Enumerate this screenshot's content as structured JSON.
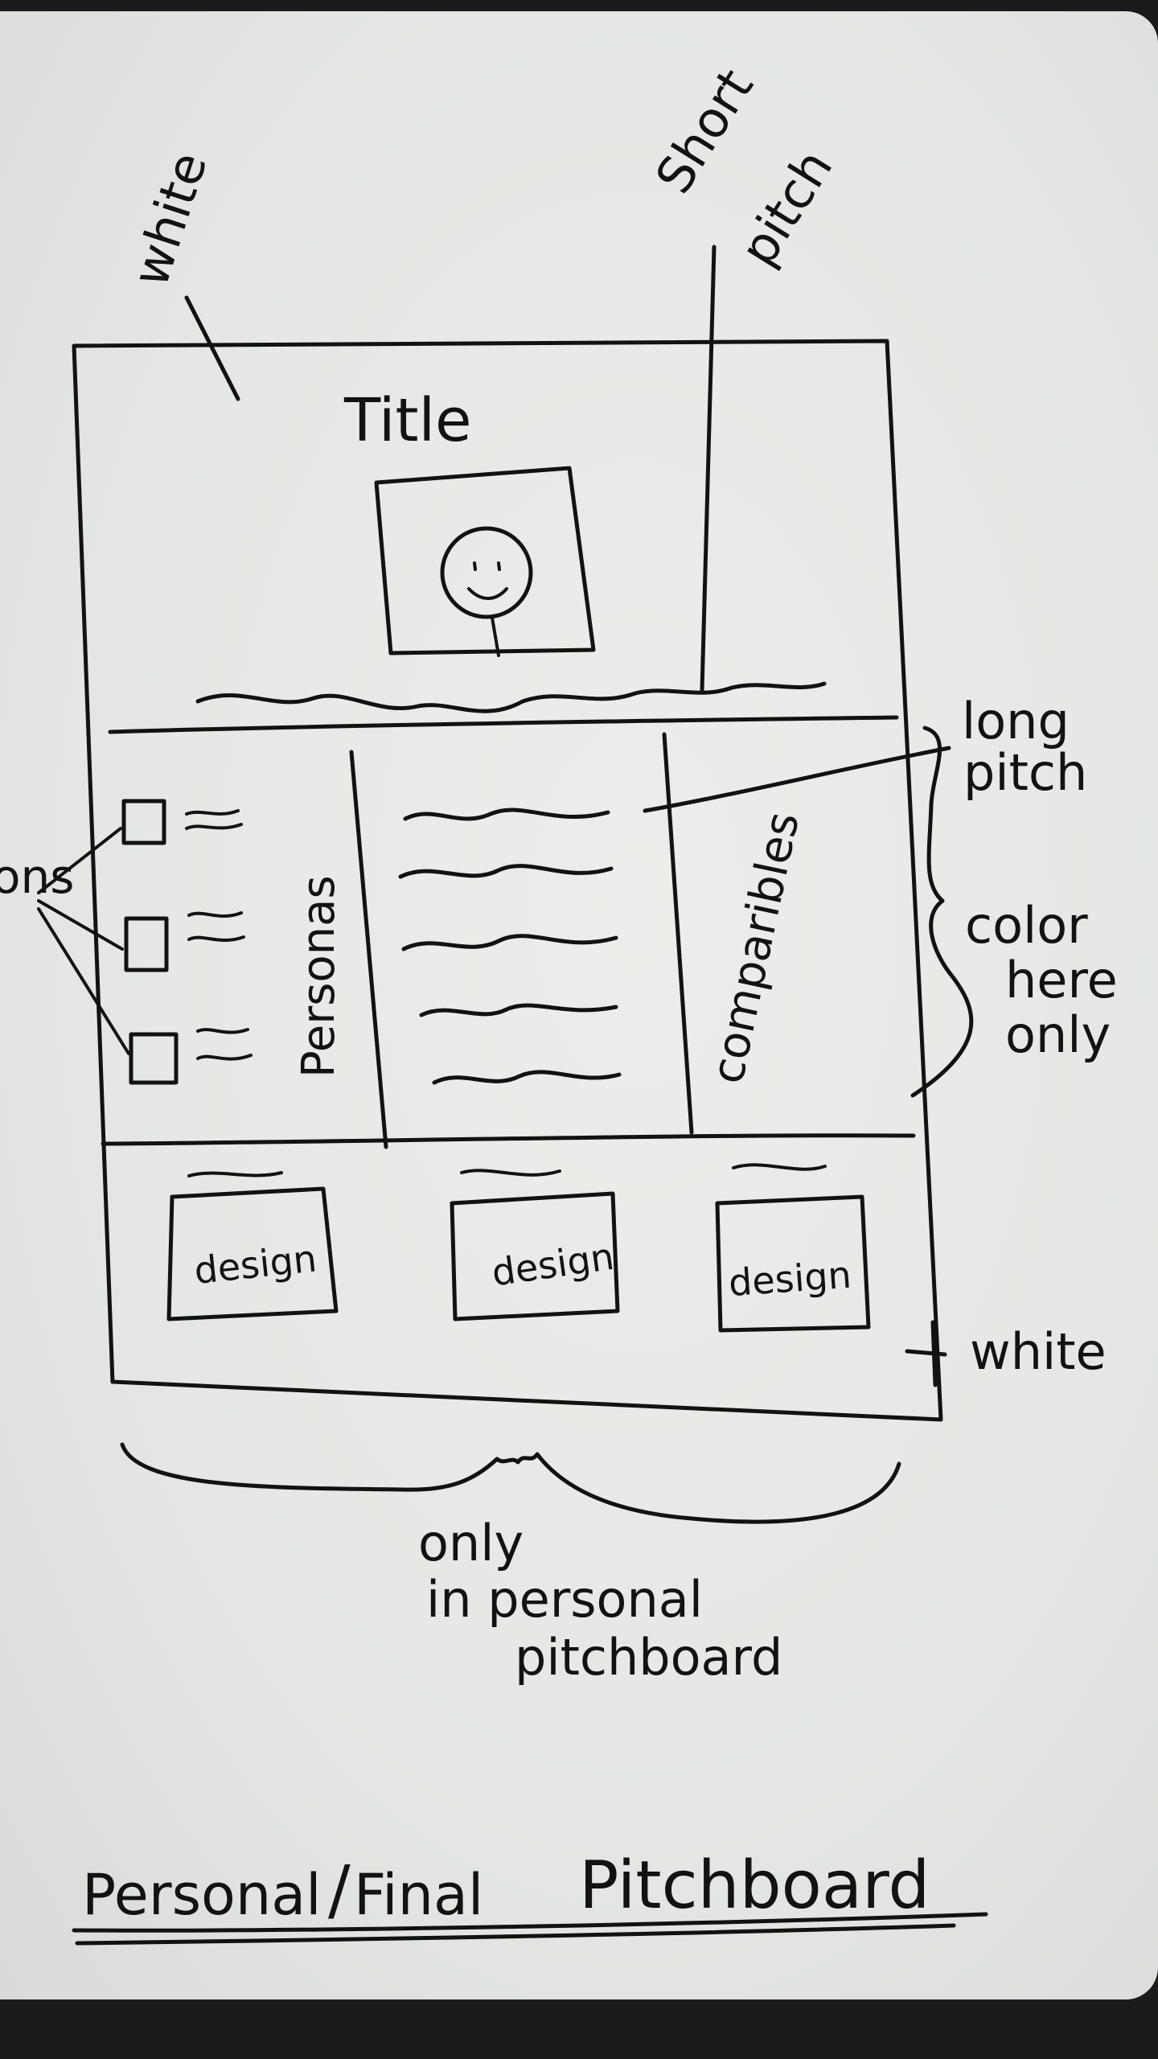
{
  "colors": {
    "paper": "#e6e8e5",
    "ink": "#121212",
    "background": "#1a1b1d"
  },
  "annotations": {
    "white_top": "white",
    "short_pitch_line1": "Short",
    "short_pitch_line2": "pitch",
    "long_pitch_line1": "long",
    "long_pitch_line2": "pitch",
    "color_note_line1": "color",
    "color_note_line2": "here",
    "color_note_line3": "only",
    "icons": "icons",
    "white_bottom": "white",
    "personal_only_line1": "only",
    "personal_only_line2": "in personal",
    "personal_only_line3": "pitchboard"
  },
  "wireframe": {
    "title": "Title",
    "personas": "Personas",
    "comparables": "comparibles",
    "design_cards": [
      "design",
      "design",
      "design"
    ]
  },
  "caption": {
    "text_part1": "Personal",
    "separator": "/",
    "text_part2": "Final",
    "text_part3": "Pitchboard"
  },
  "icon_names": [
    "smiley-face-icon",
    "icon-square",
    "squiggle-text"
  ]
}
